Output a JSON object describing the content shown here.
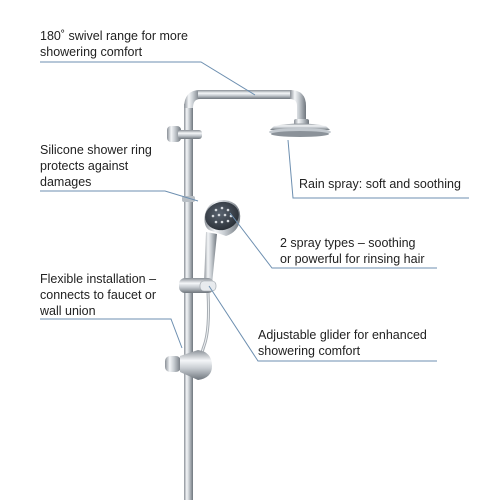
{
  "callouts": [
    {
      "id": "swivel",
      "lines": [
        "180˚ swivel range for more",
        "showering comfort"
      ]
    },
    {
      "id": "ring",
      "lines": [
        "Silicone shower ring",
        "protects against",
        "damages"
      ]
    },
    {
      "id": "installation",
      "lines": [
        "Flexible installation –",
        "connects to faucet or",
        "wall union"
      ]
    },
    {
      "id": "rain",
      "lines": [
        "Rain spray: soft and soothing"
      ]
    },
    {
      "id": "spray_types",
      "lines": [
        "2 spray types – soothing",
        "or powerful for rinsing hair"
      ]
    },
    {
      "id": "glider",
      "lines": [
        "Adjustable glider for enhanced",
        "showering comfort"
      ]
    }
  ],
  "colors": {
    "callout_line": "#6d8fb0",
    "text": "#222222",
    "chrome_light": "#f2f4f6",
    "chrome_dark": "#7d848b"
  }
}
